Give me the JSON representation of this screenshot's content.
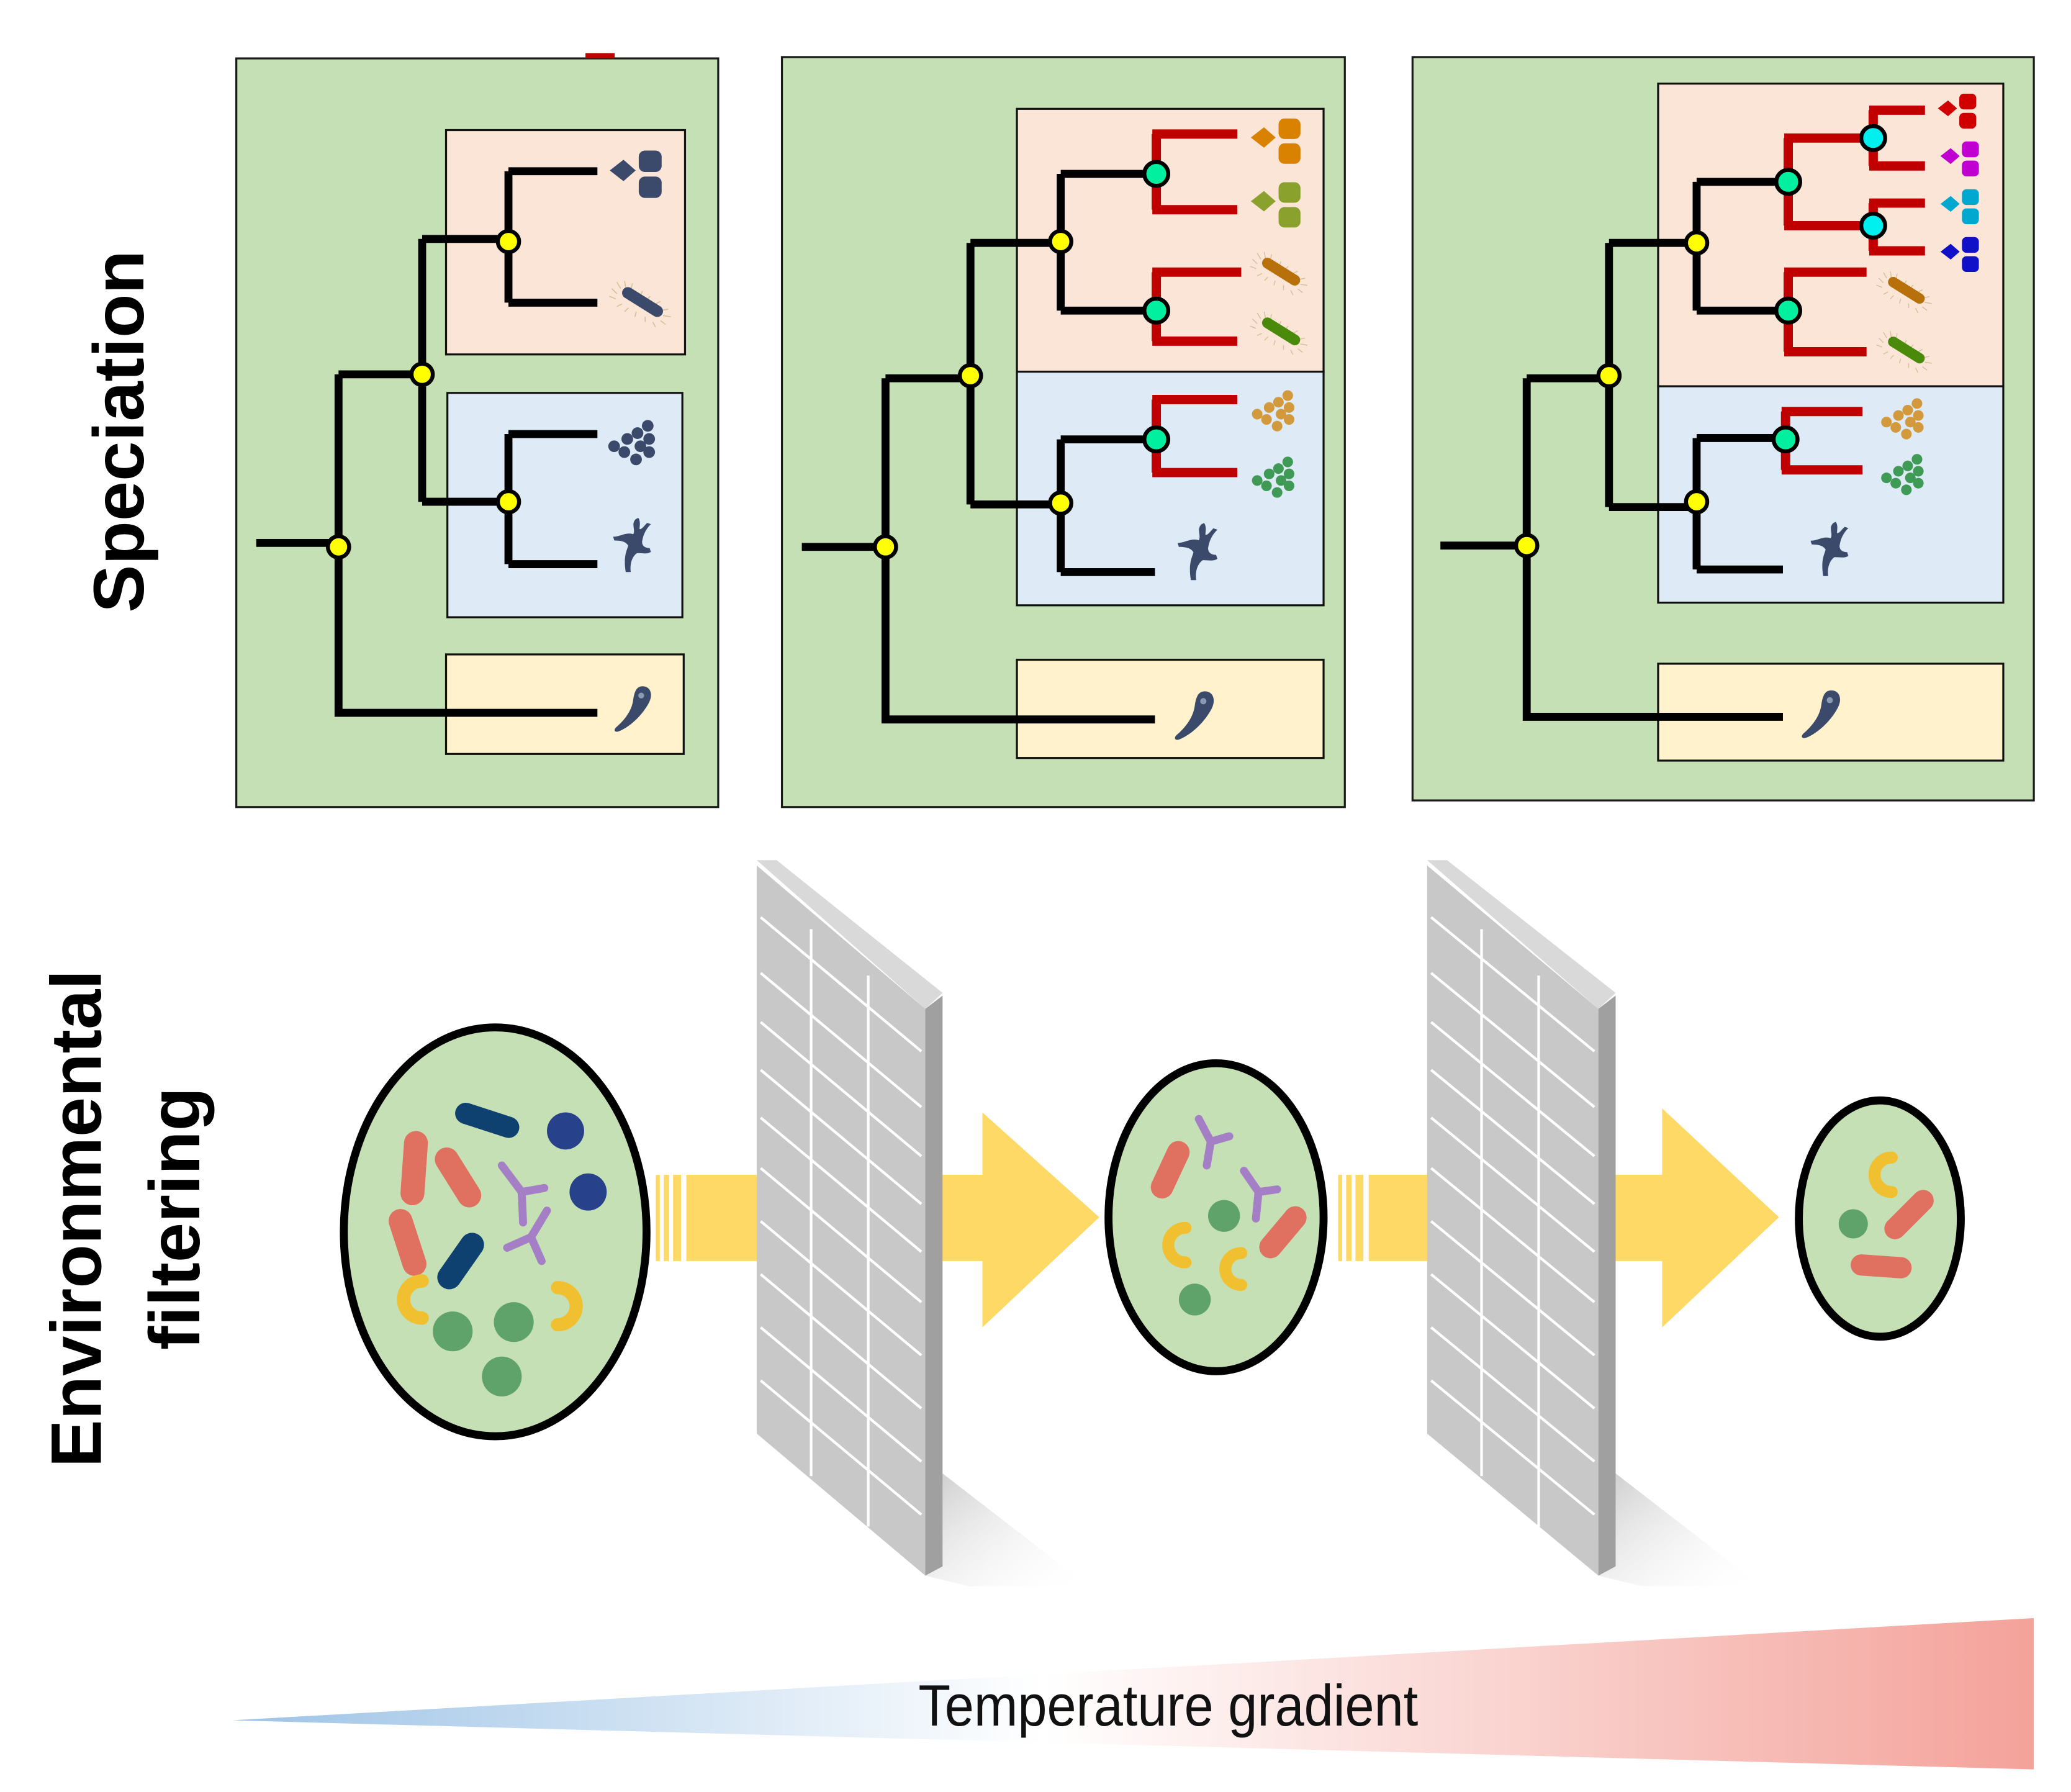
{
  "figure": {
    "row_labels": {
      "speciation": "Speciation",
      "environmental_line1": "Environmental",
      "environmental_line2": "filtering"
    },
    "gradient": {
      "label": "Temperature gradient",
      "cold_color": "#9dc3e6",
      "mid_color": "#ffffff",
      "hot_color": "#f4a29a"
    },
    "colors": {
      "panel_background": "#c5e0b4",
      "clade_pink": "#fbe5d6",
      "clade_blue": "#deebf7",
      "clade_yellow": "#fff2cc",
      "branch_ancestral": "#000000",
      "branch_new": "#c00000",
      "node_ancestral": "#ffff00",
      "node_new": "#00f0a0",
      "node_newest": "#00f0f0",
      "microbe_dark": "#3b4a6b",
      "arrow": "#ffd966",
      "filter_front": "#c8c8c8",
      "filter_side": "#a0a0a0",
      "filter_top": "#d9d9d9"
    },
    "speciation_panels": [
      {
        "name": "panel-low-diversity",
        "clades": [
          "pink",
          "blue",
          "yellow"
        ],
        "ancestral_nodes": 4,
        "new_nodes": 0,
        "newest_nodes": 0,
        "tips": [
          "dark-cocci-cluster",
          "dark-flagellated-rod",
          "dark-cocci-chain",
          "dark-amoeba",
          "dark-protist"
        ]
      },
      {
        "name": "panel-mid-diversity",
        "clades": [
          "pink",
          "blue",
          "yellow"
        ],
        "ancestral_nodes": 4,
        "new_nodes": 3,
        "newest_nodes": 0,
        "tips": [
          "orange-cocci-cluster",
          "olive-cocci-cluster",
          "brown-flagellated-rod",
          "green-flagellated-rod",
          "tan-cocci-chain",
          "green-cocci-chain",
          "dark-amoeba",
          "dark-protist"
        ]
      },
      {
        "name": "panel-high-diversity",
        "clades": [
          "pink",
          "blue",
          "yellow"
        ],
        "ancestral_nodes": 4,
        "new_nodes": 3,
        "newest_nodes": 2,
        "tips": [
          "red-cocci-cluster",
          "magenta-cocci-cluster",
          "cyan-cocci-cluster",
          "blue-cocci-cluster",
          "brown-flagellated-rod",
          "green-flagellated-rod",
          "tan-cocci-chain",
          "green-cocci-chain",
          "dark-amoeba",
          "dark-protist"
        ]
      }
    ],
    "filtering_communities": [
      {
        "name": "community-initial",
        "members": [
          "red-rod",
          "red-rod",
          "red-rod",
          "navy-rod",
          "navy-rod",
          "navy-coccus",
          "navy-coccus",
          "purple-branched",
          "purple-branched",
          "yellow-curved",
          "yellow-curved",
          "green-coccus",
          "green-coccus",
          "green-coccus"
        ]
      },
      {
        "name": "community-filtered-once",
        "members": [
          "red-rod",
          "red-rod",
          "purple-branched",
          "purple-branched",
          "green-coccus",
          "green-coccus",
          "yellow-curved",
          "yellow-curved"
        ]
      },
      {
        "name": "community-filtered-twice",
        "members": [
          "yellow-curved",
          "green-coccus",
          "red-rod",
          "red-rod"
        ]
      }
    ],
    "filters": 2
  }
}
